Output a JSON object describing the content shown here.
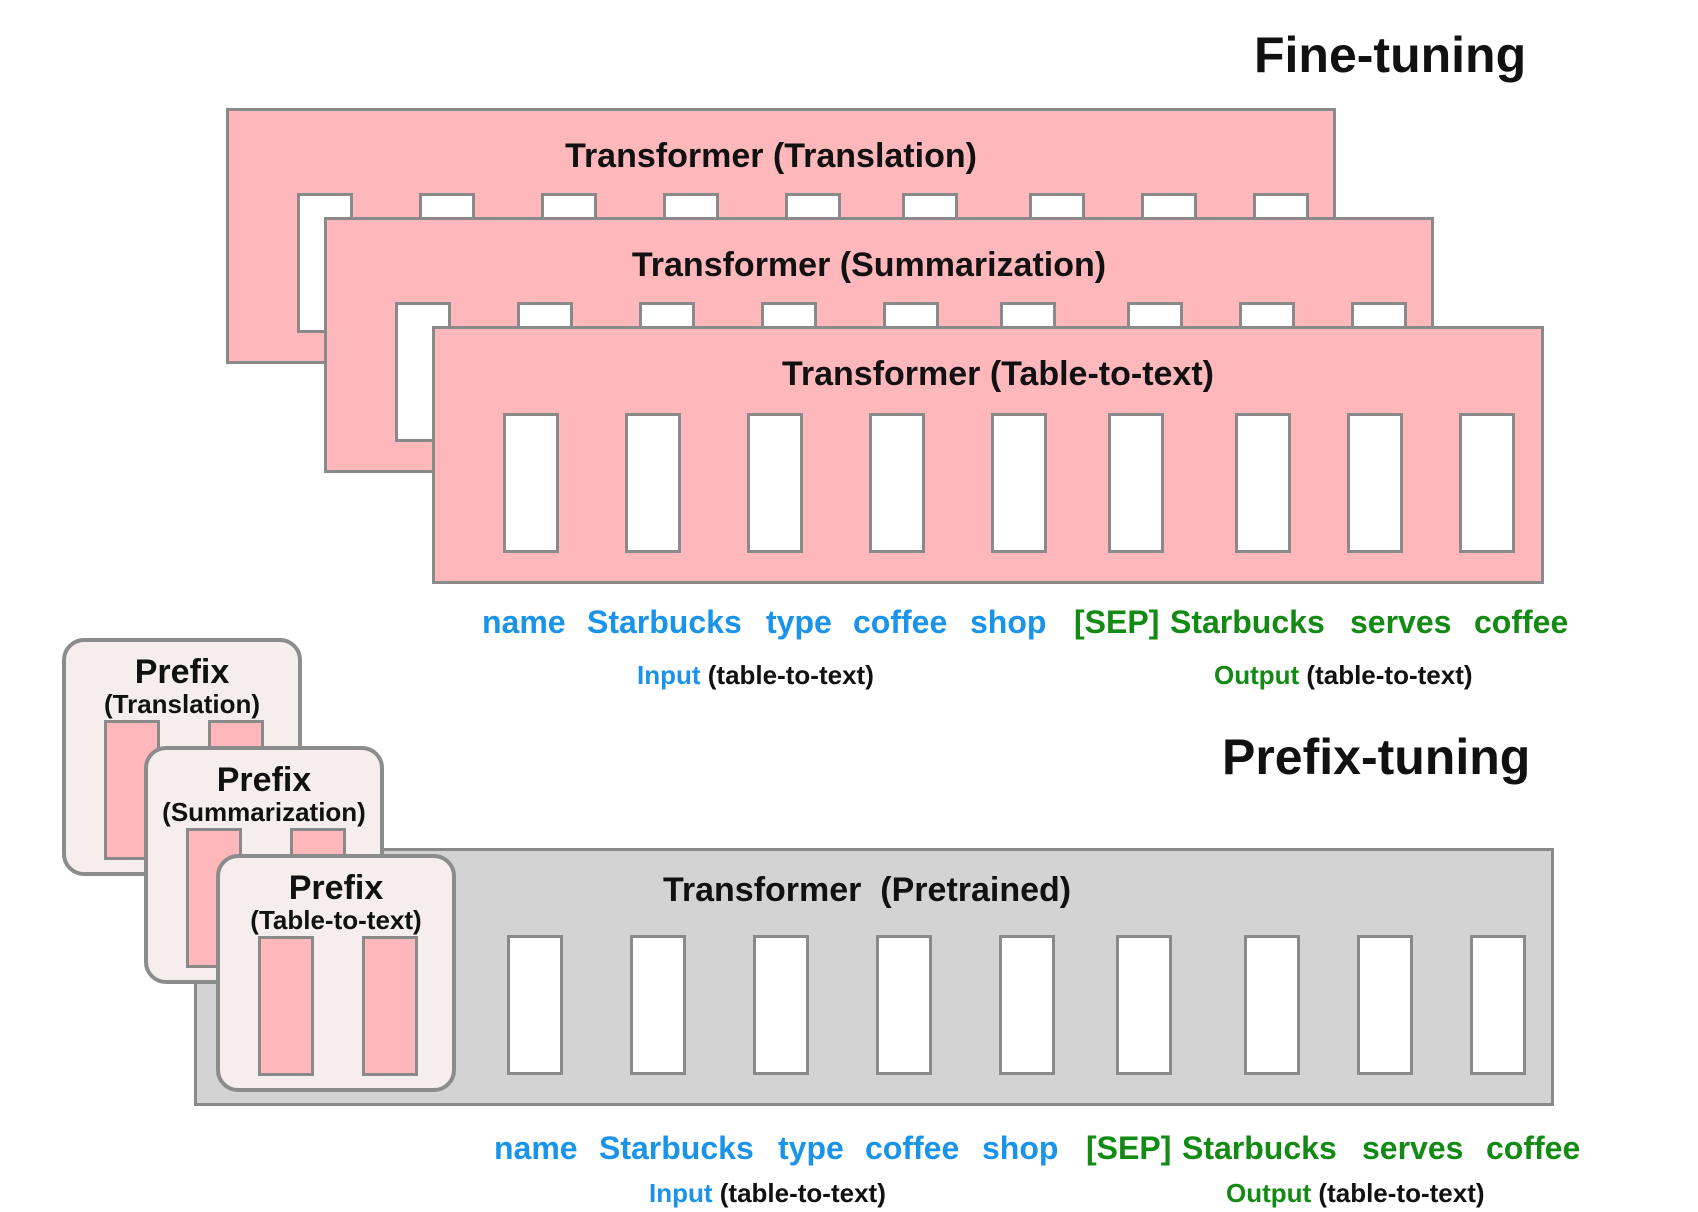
{
  "fine_tuning": {
    "title": "Fine-tuning",
    "panels": [
      {
        "title": "Transformer (Translation)"
      },
      {
        "title": "Transformer (Summarization)"
      },
      {
        "title": "Transformer (Table-to-text)"
      }
    ]
  },
  "prefix_tuning": {
    "title": "Prefix-tuning",
    "transformer_title": "Transformer  (Pretrained)",
    "prefixes": [
      {
        "label": "Prefix",
        "task": "(Translation)"
      },
      {
        "label": "Prefix",
        "task": "(Summarization)"
      },
      {
        "label": "Prefix",
        "task": "(Table-to-text)"
      }
    ]
  },
  "tokens": {
    "input": [
      "name",
      "Starbucks",
      "type",
      "coffee",
      "shop"
    ],
    "output": [
      "[SEP]",
      "Starbucks",
      "serves",
      "coffee"
    ]
  },
  "captions": {
    "input_word": "Input",
    "input_rest": "(table-to-text)",
    "output_word": "Output",
    "output_rest": "(table-to-text)"
  },
  "colors": {
    "panel_pink": "#feb8bb",
    "panel_gray": "#d3d3d3",
    "input_blue": "#1a93ea",
    "output_green": "#138a13"
  }
}
